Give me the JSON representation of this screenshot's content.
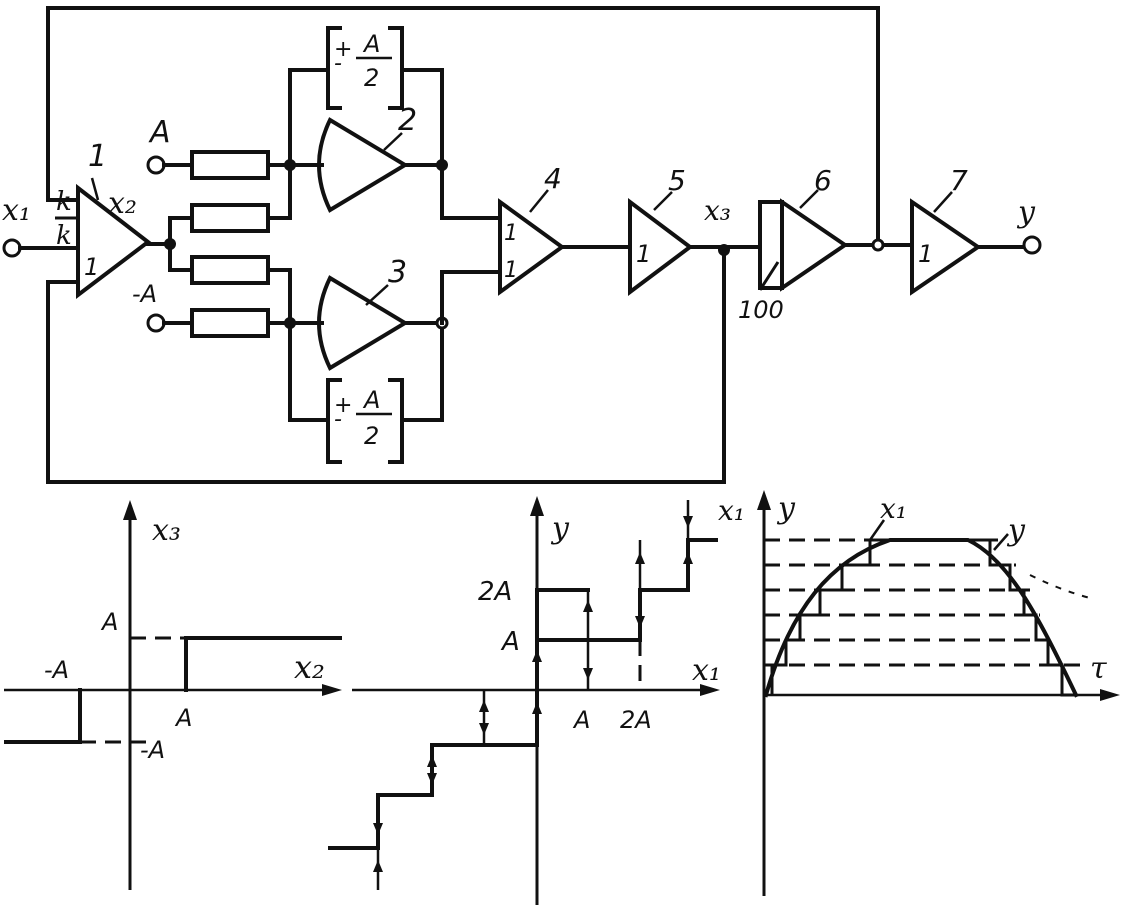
{
  "circuit": {
    "labels": {
      "x1": "x₁",
      "x2": "x₂",
      "x3": "x₃",
      "y": "y",
      "k_top": "k",
      "k_bottom": "k",
      "ref_pos": "A",
      "ref_neg": "-A",
      "gain_100": "100"
    },
    "blocks": [
      {
        "id": "1",
        "gain": "1"
      },
      {
        "id": "2"
      },
      {
        "id": "3"
      },
      {
        "id": "4",
        "inputs": [
          "1",
          "1"
        ]
      },
      {
        "id": "5",
        "gain": "1"
      },
      {
        "id": "6"
      },
      {
        "id": "7",
        "gain": "1"
      }
    ],
    "limiter_top": {
      "sign": "+",
      "num": "A",
      "den": "2",
      "sign2": "-"
    },
    "limiter_bottom": {
      "sign": "+",
      "num": "A",
      "den": "2",
      "sign2": "-"
    }
  },
  "graph1": {
    "x_axis": "x₂",
    "y_axis": "x₃",
    "levels": {
      "pos_y": "A",
      "neg_y": "-A",
      "pos_x": "A",
      "neg_x": "-A"
    }
  },
  "graph2": {
    "x_axis": "x₁",
    "y_axis": "y",
    "x_ticks": [
      "A",
      "2A"
    ],
    "y_ticks": [
      "A",
      "2A"
    ]
  },
  "graph3": {
    "x_axis": "τ",
    "y_axes": [
      "x₁",
      "y"
    ],
    "curve_labels": [
      "x₁",
      "y"
    ]
  }
}
